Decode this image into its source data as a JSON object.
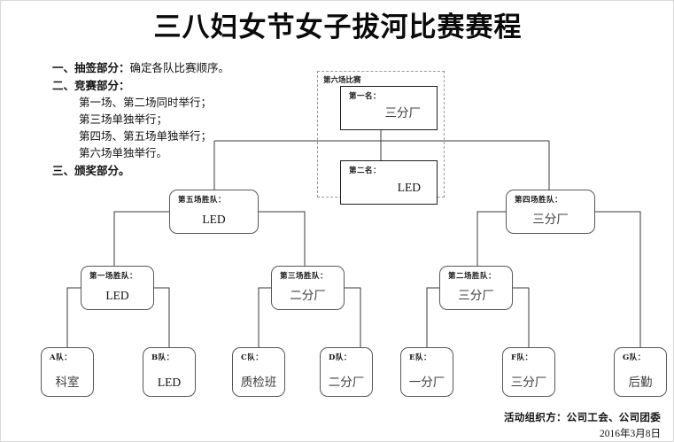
{
  "title": "三八妇女节女子拔河比赛赛程",
  "rules": [
    {
      "head": "一、抽签部分：",
      "body": "确定各队比赛顺序。",
      "indent": false
    },
    {
      "head": "二、竞赛部分：",
      "body": "",
      "indent": false
    },
    {
      "head": "",
      "body": "第一场、第二场同时举行；",
      "indent": true
    },
    {
      "head": "",
      "body": "第三场单独举行；",
      "indent": true
    },
    {
      "head": "",
      "body": "第四场、第五场单独举行；",
      "indent": true
    },
    {
      "head": "",
      "body": "第六场单独举行。",
      "indent": true
    },
    {
      "head": "三、颁奖部分。",
      "body": "",
      "indent": false
    }
  ],
  "final_group": {
    "label": "第六场比赛",
    "first": {
      "label": "第一名：",
      "value": "三分厂"
    },
    "second": {
      "label": "第二名：",
      "value": "LED"
    }
  },
  "bracket": {
    "round_semi": [
      {
        "label": "第五场胜队：",
        "value": "LED"
      },
      {
        "label": "第四场胜队：",
        "value": "三分厂"
      }
    ],
    "round_quarter": [
      {
        "label": "第一场胜队：",
        "value": "LED"
      },
      {
        "label": "第三场胜队：",
        "value": "二分厂"
      },
      {
        "label": "第二场胜队：",
        "value": "三分厂"
      }
    ],
    "teams": [
      {
        "label": "A队：",
        "value": "科室"
      },
      {
        "label": "B队：",
        "value": "LED"
      },
      {
        "label": "C队：",
        "value": "质检班"
      },
      {
        "label": "D队：",
        "value": "二分厂"
      },
      {
        "label": "E队：",
        "value": "一分厂"
      },
      {
        "label": "F队：",
        "value": "三分厂"
      },
      {
        "label": "G队：",
        "value": "后勤"
      }
    ]
  },
  "footer": {
    "organizer": "活动组织方：公司工会、公司团委",
    "date": "2016年3月8日"
  },
  "colors": {
    "line": "#3a3a3a",
    "group_border": "#9a9a9a",
    "text": "#111111",
    "value_text": "#3d3d3d"
  }
}
